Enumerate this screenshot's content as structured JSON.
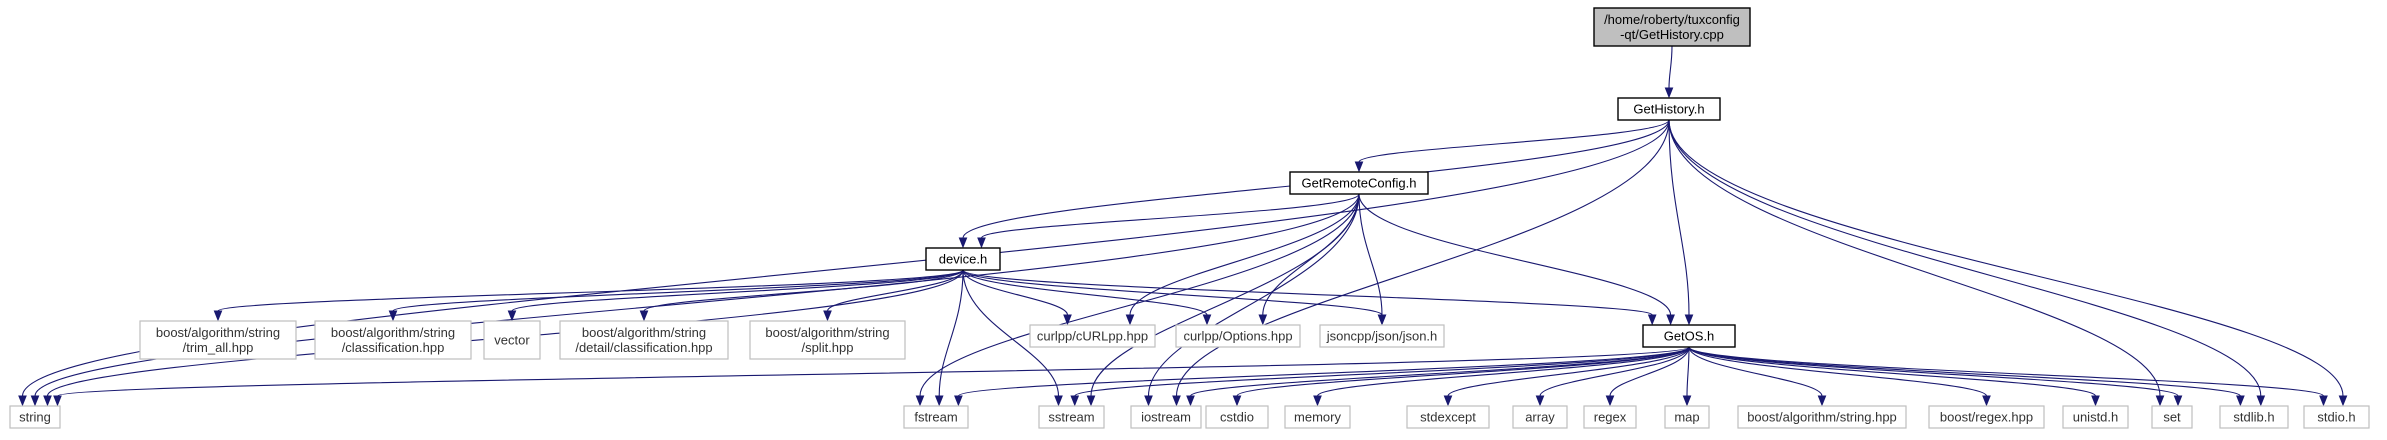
{
  "diagram": {
    "nodes": [
      {
        "id": "gethistory_cpp",
        "lines": [
          "/home/roberty/tuxconfig",
          "-qt/GetHistory.cpp"
        ],
        "style": "root"
      },
      {
        "id": "gethistory_h",
        "lines": [
          "GetHistory.h"
        ],
        "style": "local"
      },
      {
        "id": "getremoteconfig_h",
        "lines": [
          "GetRemoteConfig.h"
        ],
        "style": "local"
      },
      {
        "id": "device_h",
        "lines": [
          "device.h"
        ],
        "style": "local"
      },
      {
        "id": "getos_h",
        "lines": [
          "GetOS.h"
        ],
        "style": "local"
      },
      {
        "id": "trim_all",
        "lines": [
          "boost/algorithm/string",
          "/trim_all.hpp"
        ],
        "style": "system"
      },
      {
        "id": "classification",
        "lines": [
          "boost/algorithm/string",
          "/classification.hpp"
        ],
        "style": "system"
      },
      {
        "id": "vector",
        "lines": [
          "vector"
        ],
        "style": "system"
      },
      {
        "id": "detail_classification",
        "lines": [
          "boost/algorithm/string",
          "/detail/classification.hpp"
        ],
        "style": "system"
      },
      {
        "id": "split",
        "lines": [
          "boost/algorithm/string",
          "/split.hpp"
        ],
        "style": "system"
      },
      {
        "id": "curlpp",
        "lines": [
          "curlpp/cURLpp.hpp"
        ],
        "style": "system"
      },
      {
        "id": "curlpp_options",
        "lines": [
          "curlpp/Options.hpp"
        ],
        "style": "system"
      },
      {
        "id": "jsoncpp",
        "lines": [
          "jsoncpp/json/json.h"
        ],
        "style": "system"
      },
      {
        "id": "string",
        "lines": [
          "string"
        ],
        "style": "system"
      },
      {
        "id": "fstream",
        "lines": [
          "fstream"
        ],
        "style": "system"
      },
      {
        "id": "sstream",
        "lines": [
          "sstream"
        ],
        "style": "system"
      },
      {
        "id": "iostream",
        "lines": [
          "iostream"
        ],
        "style": "system"
      },
      {
        "id": "cstdio",
        "lines": [
          "cstdio"
        ],
        "style": "system"
      },
      {
        "id": "memory",
        "lines": [
          "memory"
        ],
        "style": "system"
      },
      {
        "id": "stdexcept",
        "lines": [
          "stdexcept"
        ],
        "style": "system"
      },
      {
        "id": "array",
        "lines": [
          "array"
        ],
        "style": "system"
      },
      {
        "id": "regex",
        "lines": [
          "regex"
        ],
        "style": "system"
      },
      {
        "id": "map",
        "lines": [
          "map"
        ],
        "style": "system"
      },
      {
        "id": "boost_string",
        "lines": [
          "boost/algorithm/string.hpp"
        ],
        "style": "system"
      },
      {
        "id": "boost_regex",
        "lines": [
          "boost/regex.hpp"
        ],
        "style": "system"
      },
      {
        "id": "unistd",
        "lines": [
          "unistd.h"
        ],
        "style": "system"
      },
      {
        "id": "set",
        "lines": [
          "set"
        ],
        "style": "system"
      },
      {
        "id": "stdlib",
        "lines": [
          "stdlib.h"
        ],
        "style": "system"
      },
      {
        "id": "stdio",
        "lines": [
          "stdio.h"
        ],
        "style": "system"
      }
    ],
    "edges": [
      {
        "from": "gethistory_cpp",
        "to": "gethistory_h"
      },
      {
        "from": "gethistory_h",
        "to": "getremoteconfig_h"
      },
      {
        "from": "gethistory_h",
        "to": "device_h"
      },
      {
        "from": "gethistory_h",
        "to": "getos_h"
      },
      {
        "from": "gethistory_h",
        "to": "string"
      },
      {
        "from": "gethistory_h",
        "to": "iostream"
      },
      {
        "from": "gethistory_h",
        "to": "set"
      },
      {
        "from": "gethistory_h",
        "to": "stdlib"
      },
      {
        "from": "gethistory_h",
        "to": "stdio"
      },
      {
        "from": "getremoteconfig_h",
        "to": "device_h"
      },
      {
        "from": "getremoteconfig_h",
        "to": "getos_h"
      },
      {
        "from": "getremoteconfig_h",
        "to": "curlpp"
      },
      {
        "from": "getremoteconfig_h",
        "to": "curlpp_options"
      },
      {
        "from": "getremoteconfig_h",
        "to": "jsoncpp"
      },
      {
        "from": "getremoteconfig_h",
        "to": "string"
      },
      {
        "from": "getremoteconfig_h",
        "to": "fstream"
      },
      {
        "from": "getremoteconfig_h",
        "to": "sstream"
      },
      {
        "from": "getremoteconfig_h",
        "to": "iostream"
      },
      {
        "from": "device_h",
        "to": "getos_h"
      },
      {
        "from": "device_h",
        "to": "trim_all"
      },
      {
        "from": "device_h",
        "to": "classification"
      },
      {
        "from": "device_h",
        "to": "vector"
      },
      {
        "from": "device_h",
        "to": "detail_classification"
      },
      {
        "from": "device_h",
        "to": "split"
      },
      {
        "from": "device_h",
        "to": "curlpp"
      },
      {
        "from": "device_h",
        "to": "curlpp_options"
      },
      {
        "from": "device_h",
        "to": "jsoncpp"
      },
      {
        "from": "device_h",
        "to": "string"
      },
      {
        "from": "device_h",
        "to": "fstream"
      },
      {
        "from": "device_h",
        "to": "sstream"
      },
      {
        "from": "getos_h",
        "to": "string"
      },
      {
        "from": "getos_h",
        "to": "fstream"
      },
      {
        "from": "getos_h",
        "to": "sstream"
      },
      {
        "from": "getos_h",
        "to": "iostream"
      },
      {
        "from": "getos_h",
        "to": "cstdio"
      },
      {
        "from": "getos_h",
        "to": "memory"
      },
      {
        "from": "getos_h",
        "to": "stdexcept"
      },
      {
        "from": "getos_h",
        "to": "array"
      },
      {
        "from": "getos_h",
        "to": "regex"
      },
      {
        "from": "getos_h",
        "to": "map"
      },
      {
        "from": "getos_h",
        "to": "boost_string"
      },
      {
        "from": "getos_h",
        "to": "boost_regex"
      },
      {
        "from": "getos_h",
        "to": "unistd"
      },
      {
        "from": "getos_h",
        "to": "set"
      },
      {
        "from": "getos_h",
        "to": "stdlib"
      },
      {
        "from": "getos_h",
        "to": "stdio"
      }
    ]
  }
}
